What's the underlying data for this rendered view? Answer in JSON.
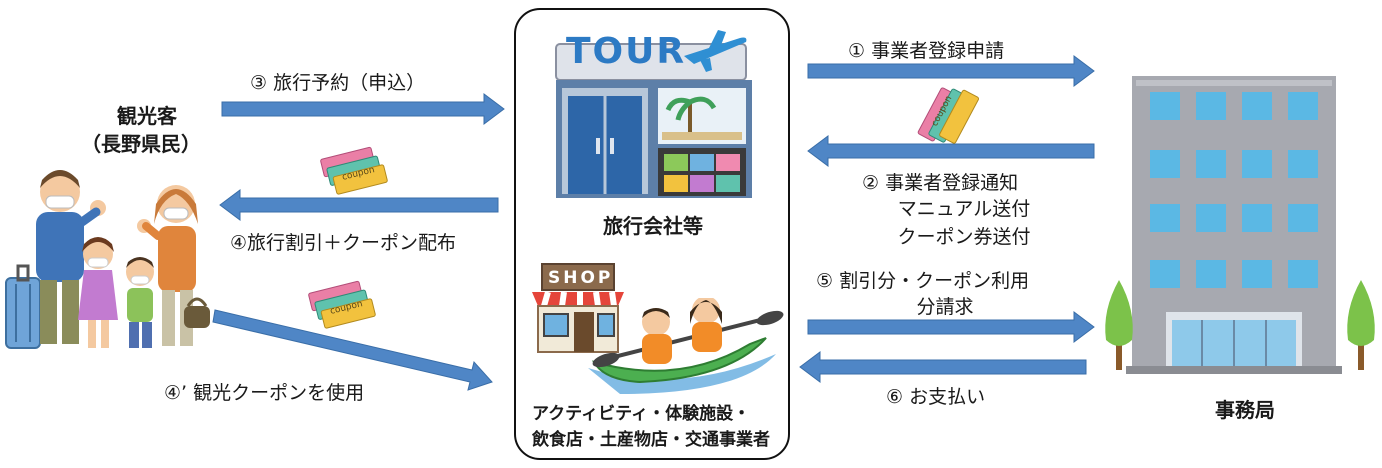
{
  "tourist": {
    "title": "観光客",
    "subtitle": "（長野県民）"
  },
  "agency": {
    "sign": "TOUR",
    "label": "旅行会社等"
  },
  "shop": {
    "sign": "SHOP",
    "label_line1": "アクティビティ・体験施設・",
    "label_line2": "飲食店・土産物店・交通事業者"
  },
  "office": {
    "label": "事務局"
  },
  "coupon": {
    "text": "coupon"
  },
  "flows": {
    "step1": "① 事業者登録申請",
    "step2_line1": "② 事業者登録通知",
    "step2_line2": "マニュアル送付",
    "step2_line3": "クーポン券送付",
    "step3": "③ 旅行予約（申込）",
    "step4": "④旅行割引＋クーポン配布",
    "step4b": "④’ 観光クーポンを使用",
    "step5_line1": "⑤ 割引分・クーポン利用",
    "step5_line2": "分請求",
    "step6": "⑥ お支払い"
  },
  "colors": {
    "arrow": "#4f86c6",
    "arrow_edge": "#3a6ea8",
    "building": "#a7a9b0",
    "window": "#5bb8e4",
    "coupon_pink": "#ea7fa6",
    "coupon_green": "#5fc2ad",
    "coupon_yellow": "#f2c23e"
  }
}
